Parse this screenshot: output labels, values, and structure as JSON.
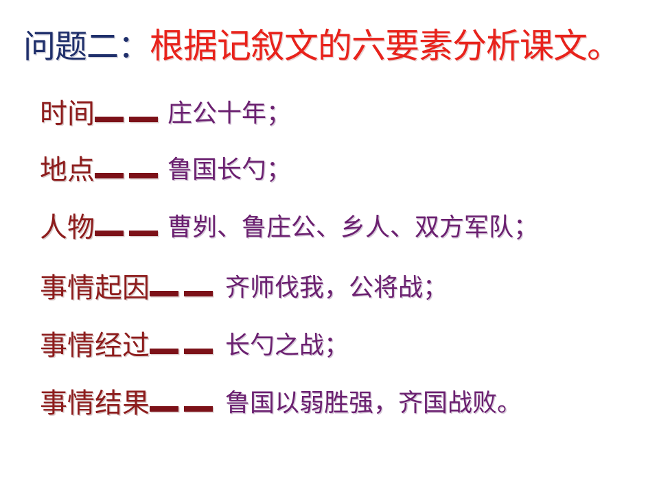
{
  "slide": {
    "background_color": "#ffffff",
    "title": {
      "prefix": "问题二：",
      "prefix_color": "#1f2f6b",
      "main": "根据记叙文的六要素分析课文。",
      "main_color": "#e8221b"
    },
    "separator_glyph": "——",
    "label_color": "#8d1c1c",
    "dash_color": "#7c1118",
    "value_color": "#6b2070",
    "rows": [
      {
        "label": "时间",
        "separator": "——",
        "value": "庄公十年；"
      },
      {
        "label": "地点",
        "separator": "——",
        "value": "鲁国长勺；"
      },
      {
        "label": "人物",
        "separator": "——",
        "value": "曹刿、鲁庄公、乡人、双方军队；"
      },
      {
        "label": "事情起因",
        "separator": "——",
        "value": "齐师伐我，公将战；"
      },
      {
        "label": "事情经过",
        "separator": "——",
        "value": "长勺之战；"
      },
      {
        "label": "事情结果",
        "separator": "——",
        "value": "鲁国以弱胜强，齐国战败。"
      }
    ]
  }
}
